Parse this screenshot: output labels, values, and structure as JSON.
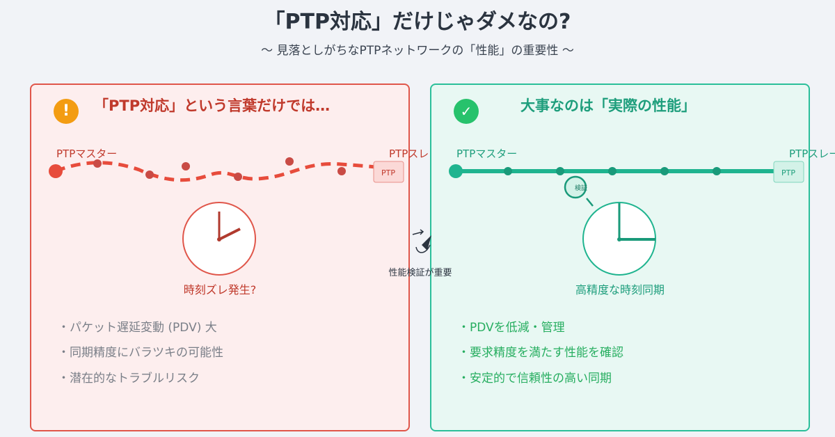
{
  "header": {
    "title": "「PTP対応」だけじゃダメなの?",
    "subtitle": "〜 見落としがちなPTPネットワークの「性能」の重要性 〜"
  },
  "left": {
    "title": "「PTP対応」という言葉だけでは…",
    "icon": "warning-icon",
    "master": "PTPマスター",
    "slave": "PTPスレ",
    "node": "PTP",
    "clock_label": "時刻ズレ発生?",
    "bullets": [
      "・パケット遅延変動 (PDV) 大",
      "・同期精度にバラツキの可能性",
      "・潜在的なトラブルリスク"
    ],
    "accent": "#e0564a"
  },
  "middle": {
    "label": "性能検証が重要"
  },
  "right": {
    "title": "大事なのは「実際の性能」",
    "icon": "check-icon",
    "master": "PTPマスター",
    "slave": "PTPスレー",
    "node": "PTP",
    "magnifier": "検証",
    "clock_label": "高精度な時刻同期",
    "bullets": [
      "・PDVを低減・管理",
      "・要求精度を満たす性能を確認",
      "・安定的で信頼性の高い同期"
    ],
    "accent": "#2bbf9a"
  }
}
